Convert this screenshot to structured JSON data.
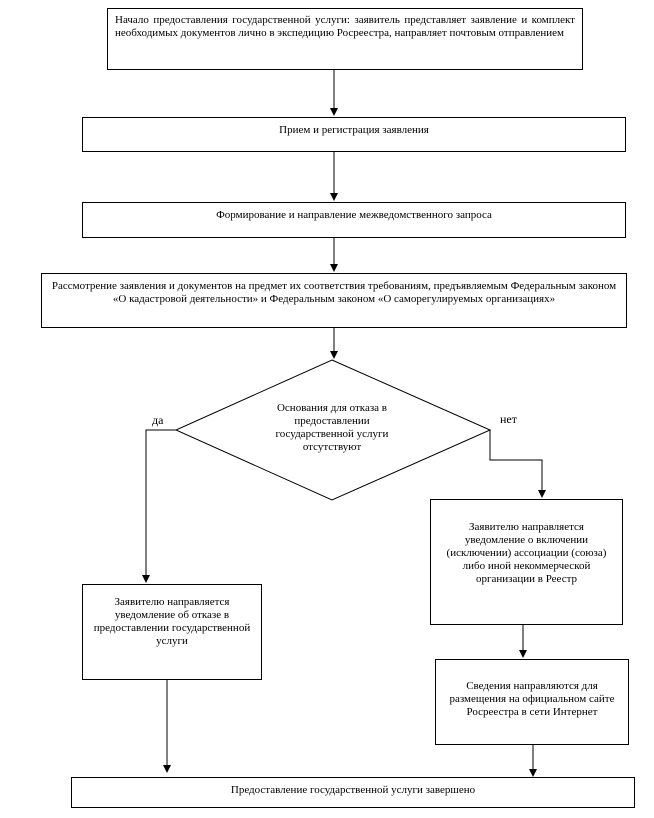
{
  "flowchart": {
    "start": "Начало предоставления государственной услуги: заявитель представляет заявление и комплект необходимых документов лично в экспедицию Росреестра, направляет почтовым отправлением",
    "receive": "Прием и регистрация заявления",
    "request": "Формирование и направление межведомственного запроса",
    "review": "Рассмотрение заявления и документов на предмет их соответствия требованиям, предъявляемым Федеральным законом «О кадастровой деятельности» и Федеральным законом «О саморегулируемых организациях»",
    "decision": "Основания для отказа в предоставлении государственной услуги отсутствуют",
    "yes_label": "да",
    "no_label": "нет",
    "refusal": "Заявителю направляется уведомление об отказе в предоставлении государственной услуги",
    "notify_inclusion": "Заявителю направляется уведомление о включении (исключении) ассоциации (союза) либо иной некоммерческой организации в Реестр",
    "publish": "Сведения направляются для размещения на официальном сайте Росреестра в сети Интернет",
    "end": "Предоставление государственной услуги завершено"
  }
}
